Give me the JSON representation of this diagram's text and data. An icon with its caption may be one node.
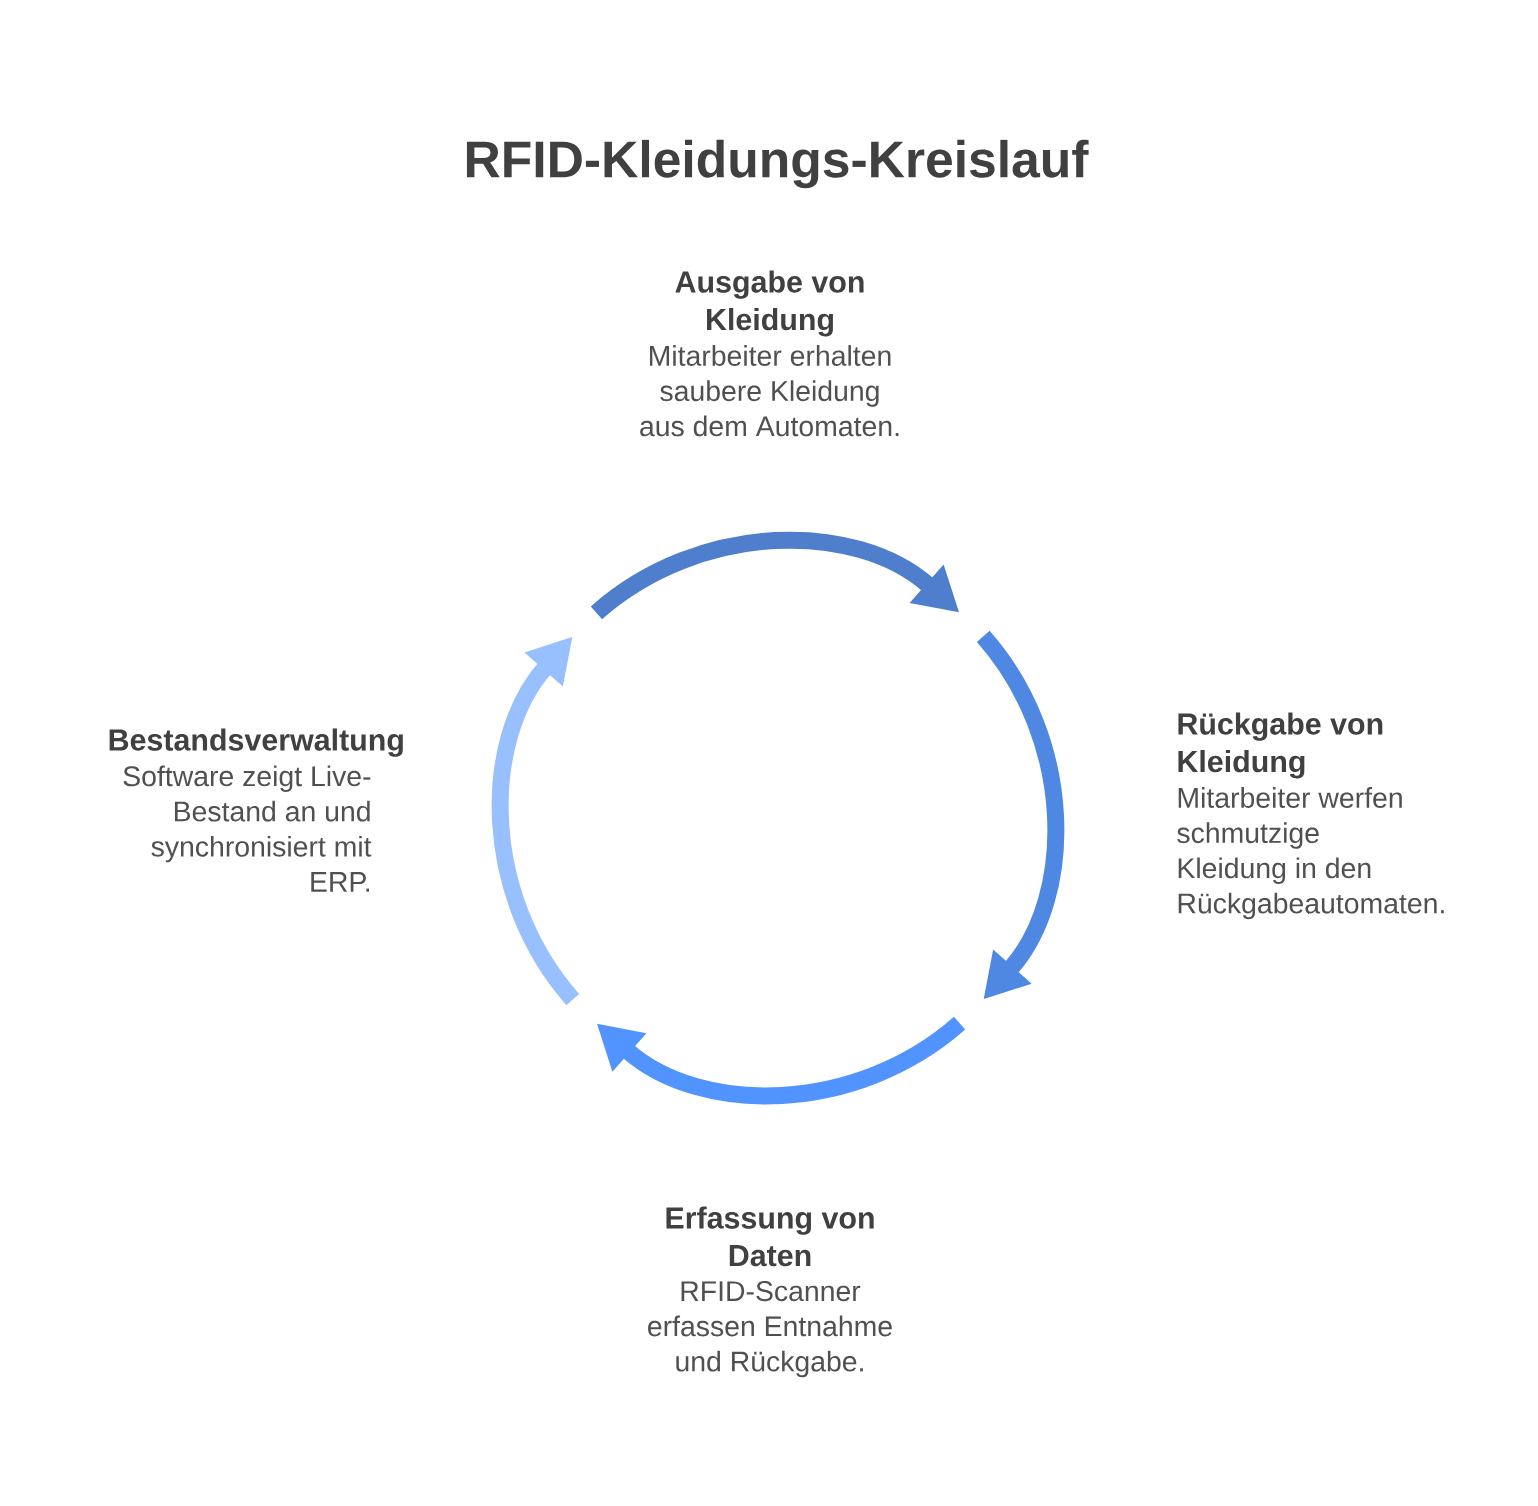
{
  "diagram": {
    "title": "RFID-Kleidungs-Kreislauf",
    "nodes": [
      {
        "text": [
          "Ausgabe von Kleidung",
          "Mitarbeiter erhalten saubere Kleidung aus dem Automaten."
        ]
      },
      {
        "text": [
          "Rückgabe von Kleidung",
          "Mitarbeiter werfen schmutzige Kleidung in den Rückgabeautomaten."
        ]
      },
      {
        "text": [
          "Erfassung von Daten",
          "RFID-Scanner erfassen Entnahme und Rückgabe."
        ]
      },
      {
        "text": [
          "Bestandsverwaltung",
          "Software zeigt Live-Bestand an und synchronisiert mit ERP."
        ]
      }
    ]
  }
}
